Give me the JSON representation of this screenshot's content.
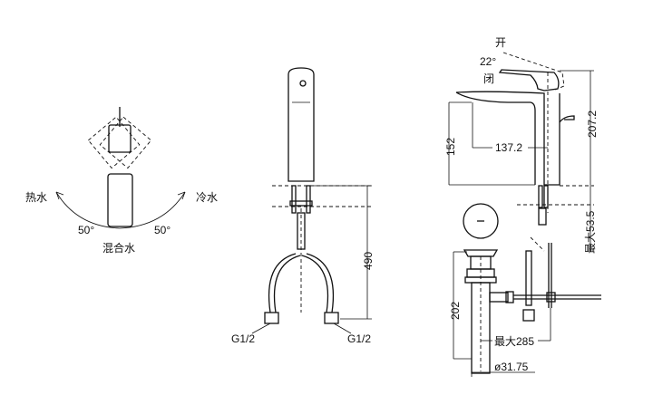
{
  "top_view": {
    "hot_label": "热水",
    "cold_label": "冷水",
    "angle_left": "50°",
    "angle_right": "50°",
    "mixed_label": "混合水"
  },
  "front_view": {
    "height_dim": "490",
    "thread_left": "G1/2",
    "thread_right": "G1/2"
  },
  "side_view": {
    "open_label": "开",
    "handle_angle": "22°",
    "close_label": "闭",
    "spout_height": "152",
    "spout_reach": "137.2",
    "total_height": "207.2",
    "max_deck": "最大53.5"
  },
  "drain_view": {
    "drain_height": "202",
    "max_reach": "最大285",
    "diameter": "ø31.75"
  }
}
